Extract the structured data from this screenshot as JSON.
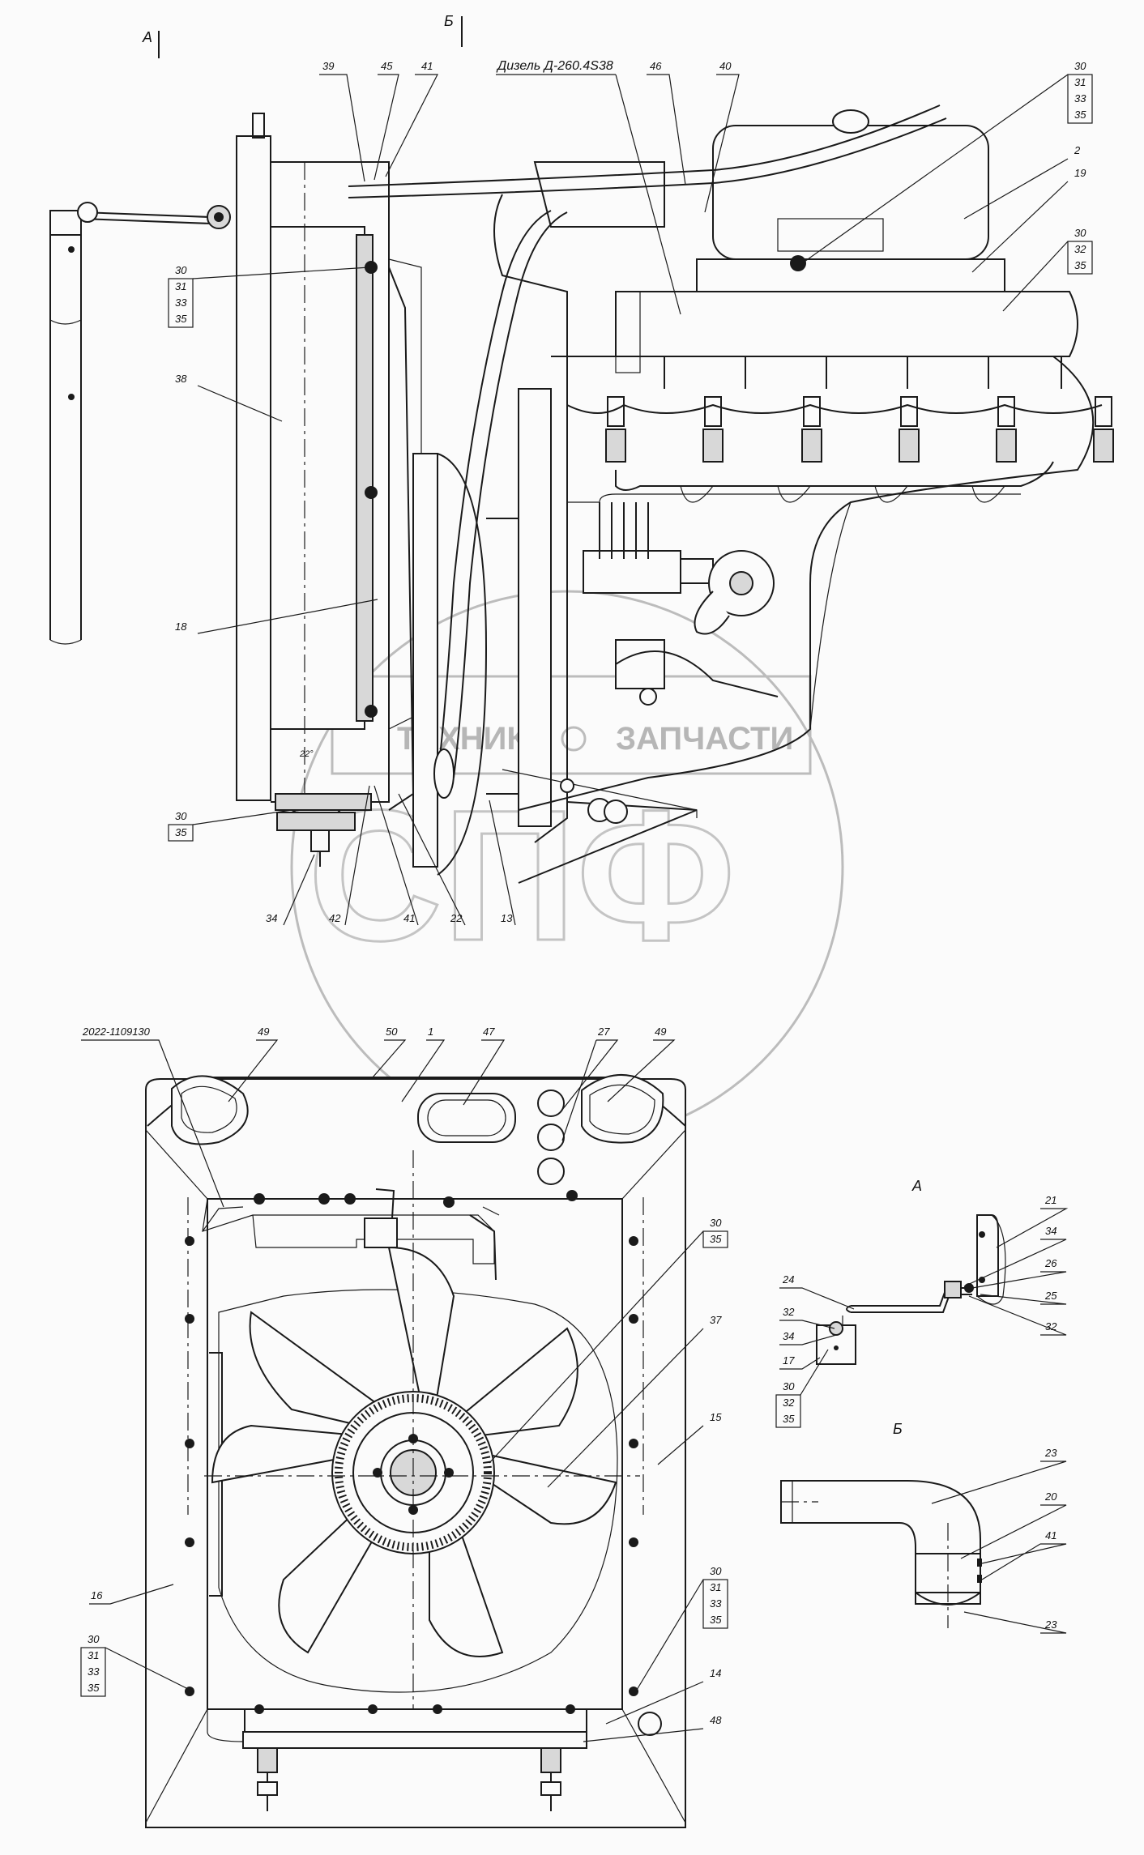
{
  "view_labels": {
    "view_a_top": "А",
    "view_b_top": "Б",
    "view_a_detail": "А",
    "view_b_detail": "Б"
  },
  "engine_label": "Дизель Д-260.4S38",
  "sub_assembly_label": "2022-1109130",
  "angle_mark": "22°",
  "watermark": {
    "left_word": "ТЕХНИКА",
    "right_word": "ЗАПЧАСТИ",
    "logo_letters": "СПФ"
  },
  "callouts": {
    "top": [
      "39",
      "45",
      "41",
      "46",
      "40"
    ],
    "right_stack_1": [
      "30",
      "31",
      "33",
      "35"
    ],
    "right_2": "2",
    "right_19": "19",
    "right_stack_2": [
      "30",
      "32",
      "35"
    ],
    "left_stack_1": [
      "30",
      "31",
      "33",
      "35"
    ],
    "left_38": "38",
    "left_18": "18",
    "left_stack_2": [
      "30",
      "35"
    ],
    "bottom_row": [
      "34",
      "42",
      "41",
      "22",
      "13"
    ],
    "front_top": [
      "50",
      "1",
      "47",
      "27",
      "49",
      "49"
    ],
    "front_right_stack": [
      "30",
      "35"
    ],
    "front_37": "37",
    "front_15": "15",
    "front_right_stack_2": [
      "30",
      "31",
      "33",
      "35"
    ],
    "front_14": "14",
    "front_48": "48",
    "front_16": "16",
    "front_left_stack": [
      "30",
      "31",
      "33",
      "35"
    ],
    "detail_a_right": [
      "21",
      "34",
      "26",
      "25",
      "32"
    ],
    "detail_a_left": [
      "24",
      "32",
      "34",
      "17"
    ],
    "detail_a_stack": [
      "30",
      "32",
      "35"
    ],
    "detail_b": [
      "23",
      "20",
      "41",
      "23"
    ]
  }
}
